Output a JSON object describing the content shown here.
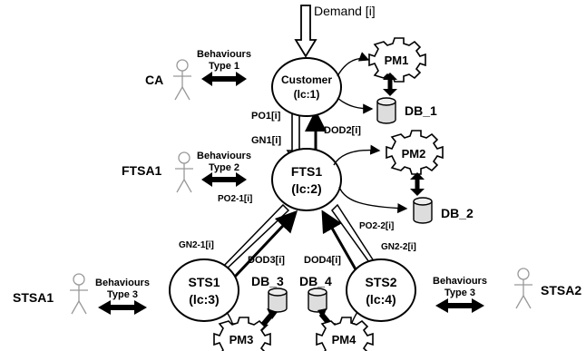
{
  "demand_label": "Demand [i]",
  "nodes": {
    "customer": {
      "name": "Customer",
      "sub": "(lc:1)"
    },
    "fts1": {
      "name": "FTS1",
      "sub": "(lc:2)"
    },
    "sts1": {
      "name": "STS1",
      "sub": "(lc:3)"
    },
    "sts2": {
      "name": "STS2",
      "sub": "(lc:4)"
    }
  },
  "agents": {
    "ca": "CA",
    "ftsa1": "FTSA1",
    "stsa1": "STSA1",
    "stsa2": "STSA2"
  },
  "behaviours": {
    "t1": {
      "line1": "Behaviours",
      "line2": "Type 1"
    },
    "t2": {
      "line1": "Behaviours",
      "line2": "Type 2"
    },
    "t3a": {
      "line1": "Behaviours",
      "line2": "Type 3"
    },
    "t3b": {
      "line1": "Behaviours",
      "line2": "Type 3"
    }
  },
  "processes": {
    "pm1": "PM1",
    "pm2": "PM2",
    "pm3": "PM3",
    "pm4": "PM4"
  },
  "databases": {
    "db1": "DB_1",
    "db2": "DB_2",
    "db3": "DB_3",
    "db4": "DB_4"
  },
  "flows": {
    "po1": "PO1[i]",
    "gn1": "GN1[i]",
    "dod2": "DOD2[i]",
    "po2_1": "PO2-1[i]",
    "gn2_1": "GN2-1[i]",
    "dod3": "DOD3[i]",
    "dod4": "DOD4[i]",
    "po2_2": "PO2-2[i]",
    "gn2_2": "GN2-2[i]"
  }
}
